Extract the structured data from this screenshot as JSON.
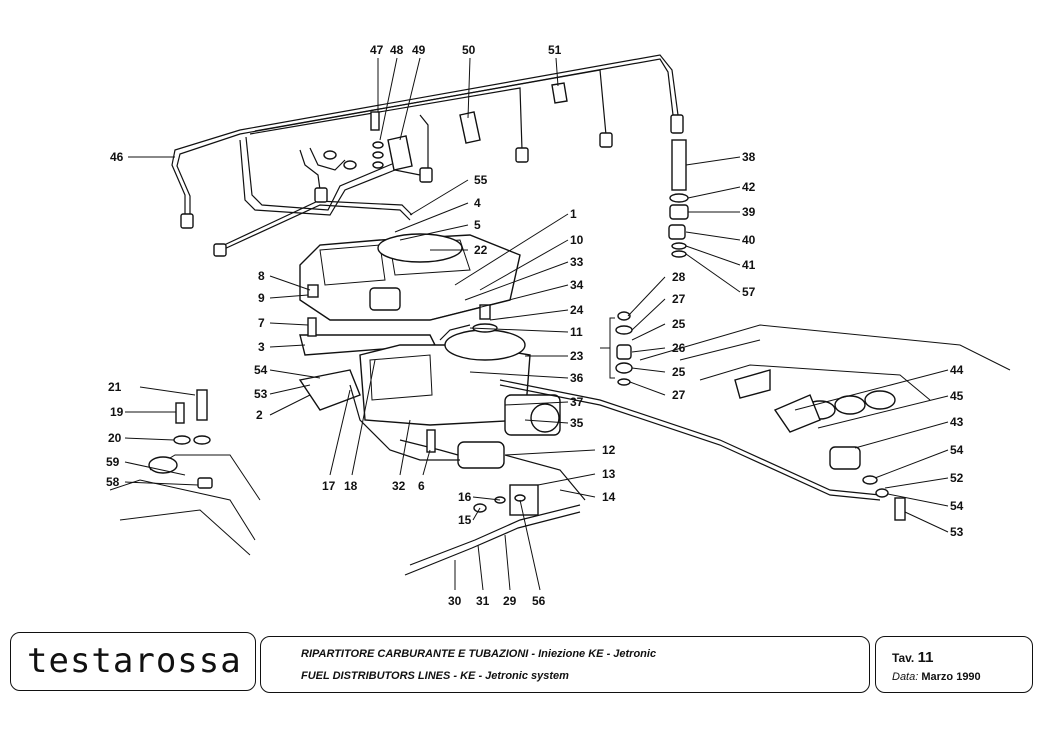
{
  "logo_text": "testarossa",
  "title_it": "RIPARTITORE CARBURANTE E TUBAZIONI  - Iniezione KE - Jetronic",
  "title_en": "FUEL DISTRIBUTORS LINES - KE - Jetronic system",
  "plate_label": "Tav.",
  "plate_number": "11",
  "date_label": "Data:",
  "date_value": "Marzo 1990",
  "callouts": [
    "1",
    "2",
    "3",
    "4",
    "5",
    "6",
    "7",
    "8",
    "9",
    "10",
    "11",
    "12",
    "13",
    "14",
    "15",
    "16",
    "17",
    "18",
    "19",
    "20",
    "21",
    "22",
    "23",
    "24",
    "25",
    "25",
    "26",
    "27",
    "27",
    "28",
    "29",
    "30",
    "31",
    "32",
    "33",
    "34",
    "35",
    "36",
    "37",
    "38",
    "39",
    "40",
    "41",
    "42",
    "43",
    "44",
    "45",
    "46",
    "47",
    "48",
    "49",
    "50",
    "51",
    "52",
    "53",
    "53",
    "54",
    "54",
    "54",
    "55",
    "56",
    "57",
    "58",
    "59"
  ]
}
